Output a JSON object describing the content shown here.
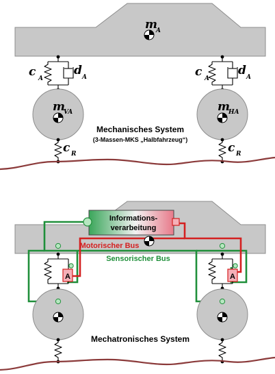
{
  "colors": {
    "body": "#c8c8c8",
    "road": "#8b3a3a",
    "sensor_bus": "#1f8f3a",
    "motor_bus": "#d42020",
    "ipu_left": "#3aa65a",
    "ipu_right": "#e87a8a"
  },
  "top": {
    "mass_body": {
      "m": "m",
      "sub": "A"
    },
    "mass_front": {
      "m": "m",
      "sub": "VA"
    },
    "mass_rear": {
      "m": "m",
      "sub": "HA"
    },
    "spring_left": {
      "c": "c",
      "sub": "A"
    },
    "damper_left": {
      "d": "d",
      "sub": "A"
    },
    "spring_right": {
      "c": "c",
      "sub": "A"
    },
    "damper_right": {
      "d": "d",
      "sub": "A"
    },
    "tire_spring": {
      "c": "c",
      "sub": "R"
    },
    "title": "Mechanisches System",
    "subtitle": "(3-Massen-MKS „Halbfahrzeug“)"
  },
  "bottom": {
    "ipu_line1": "Informations-",
    "ipu_line2": "verarbeitung",
    "motor_bus": "Motorischer Bus",
    "sensor_bus": "Sensorischer Bus",
    "actuator_left": "A",
    "actuator_right": "A",
    "title": "Mechatronisches System"
  },
  "icons": [
    "center-of-mass-icon",
    "spring-icon",
    "damper-icon",
    "actuator-icon",
    "sensor-node-icon"
  ]
}
